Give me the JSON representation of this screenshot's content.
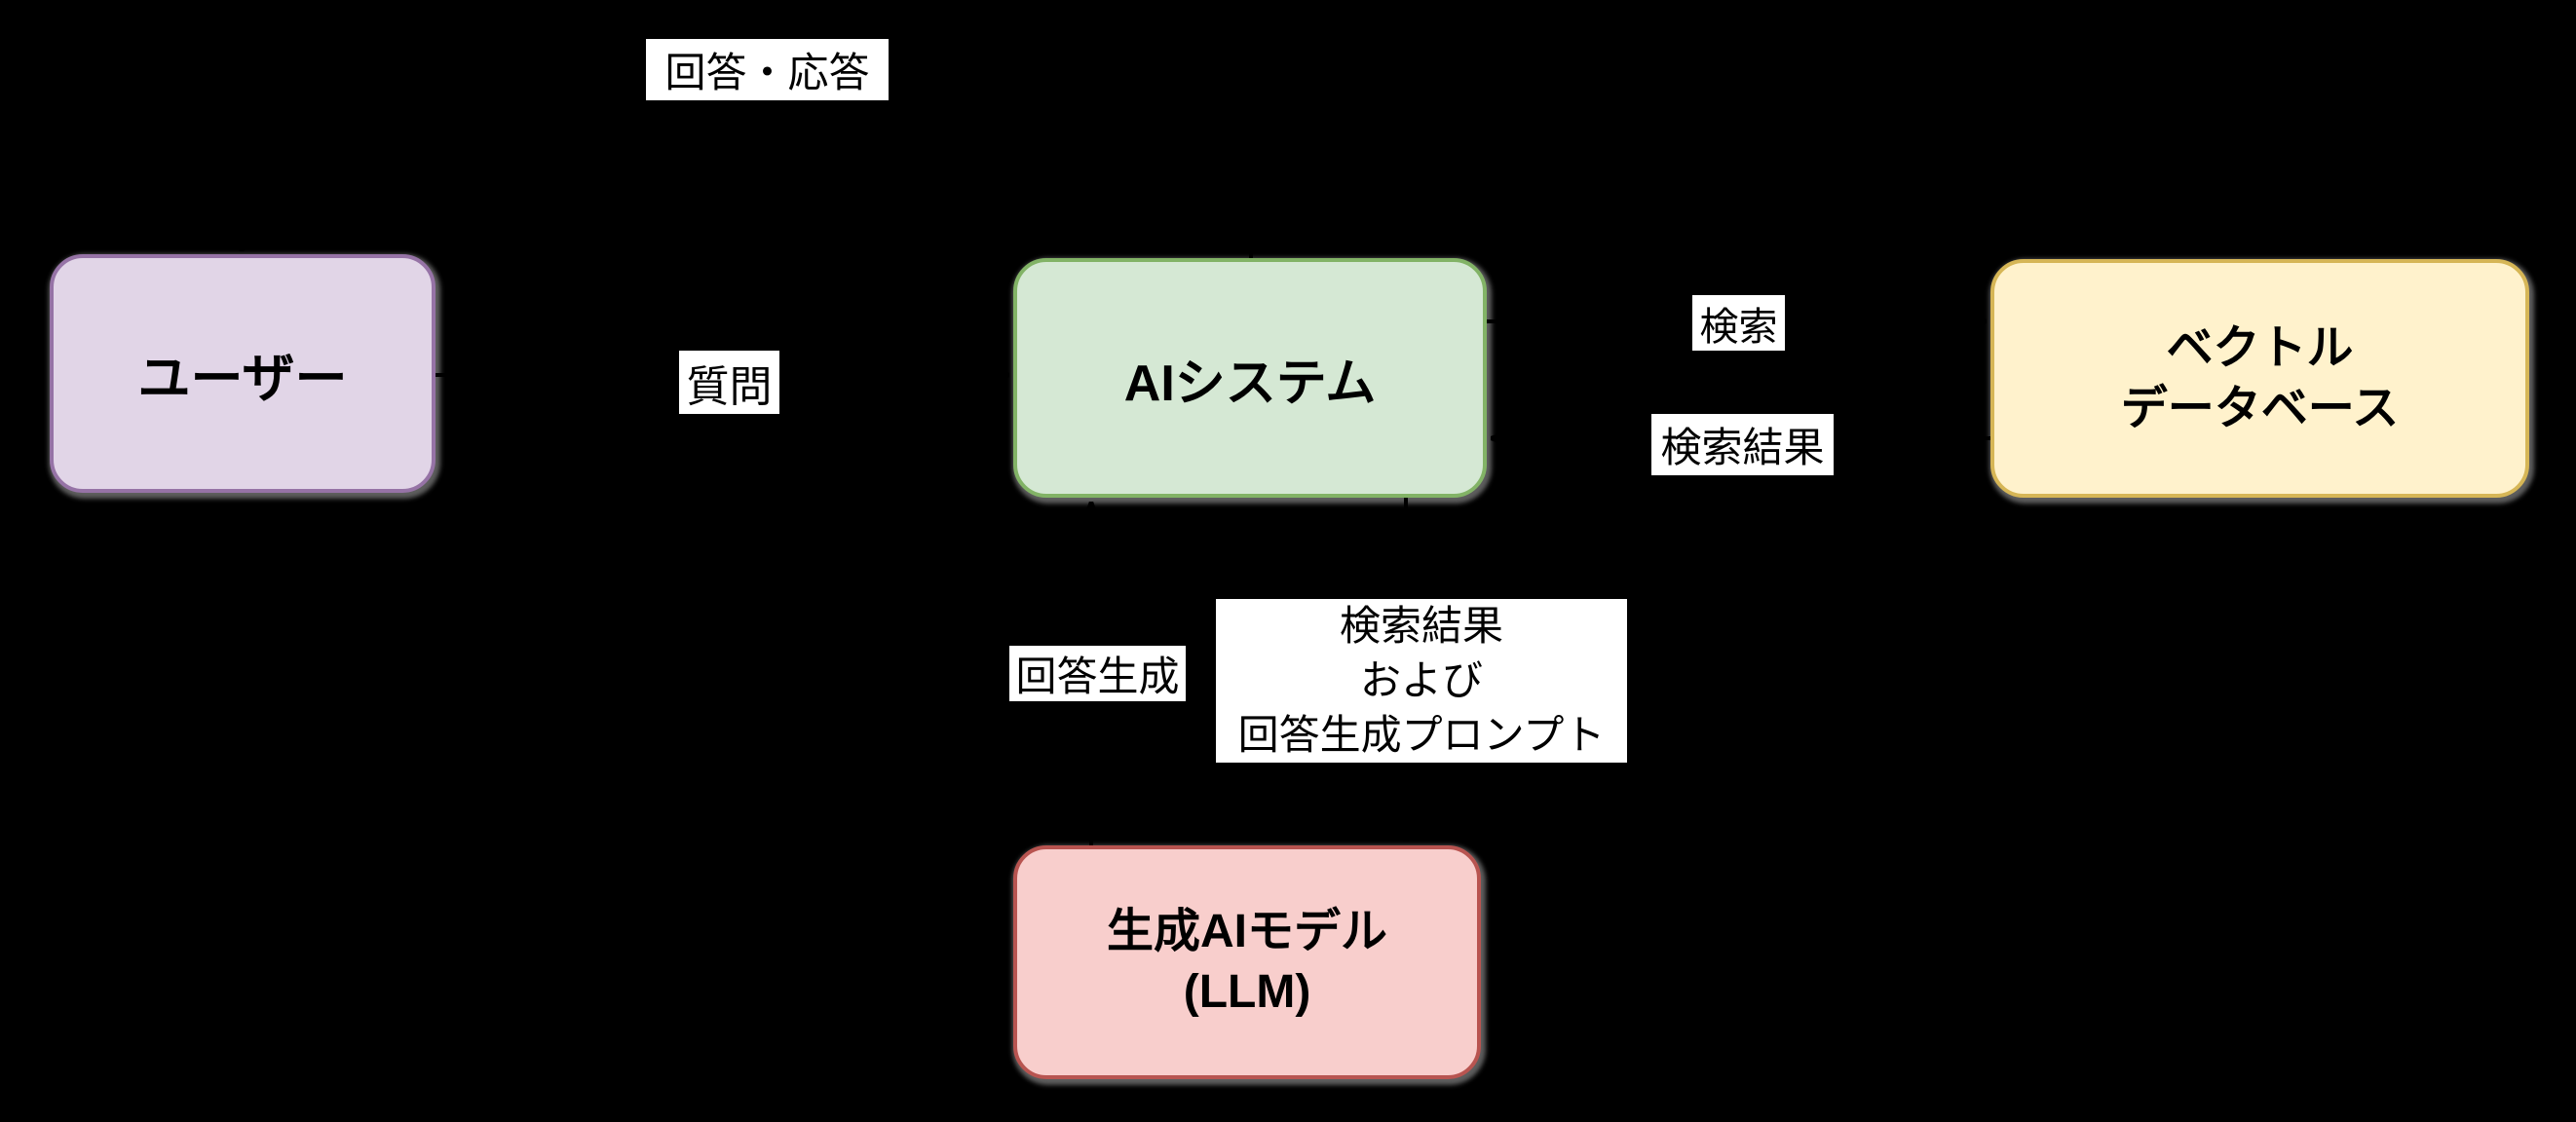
{
  "diagram": {
    "title": "RAG architecture flow diagram",
    "background_color": "#000000",
    "nodes": {
      "user": {
        "label": "ユーザー",
        "fill": "#E1D5E7",
        "border": "#9673A6"
      },
      "ai_system": {
        "label": "AIシステム",
        "fill": "#D5E8D4",
        "border": "#82B366"
      },
      "vector_db": {
        "label_line1": "ベクトル",
        "label_line2": "データベース",
        "fill": "#FFF2CC",
        "border": "#D6B656"
      },
      "llm": {
        "label_line1": "生成AIモデル",
        "label_line2": "(LLM)",
        "fill": "#F8CECC",
        "border": "#B85450"
      }
    },
    "edges": {
      "answer_response": {
        "label": "回答・応答",
        "from": "ai_system",
        "to": "user"
      },
      "question": {
        "label": "質問",
        "from": "user",
        "to": "ai_system"
      },
      "search": {
        "label": "検索",
        "from": "ai_system",
        "to": "vector_db"
      },
      "search_results": {
        "label": "検索結果",
        "from": "vector_db",
        "to": "ai_system"
      },
      "answer_generation": {
        "label": "回答生成",
        "from": "llm",
        "to": "ai_system"
      },
      "results_and_prompt": {
        "label_line1": "検索結果",
        "label_line2": "および",
        "label_line3": "回答生成プロンプト",
        "from": "ai_system",
        "to": "llm"
      }
    },
    "edge_line_color": "#000000",
    "label_chip_background": "#FFFFFF",
    "text_color": "#000000"
  }
}
